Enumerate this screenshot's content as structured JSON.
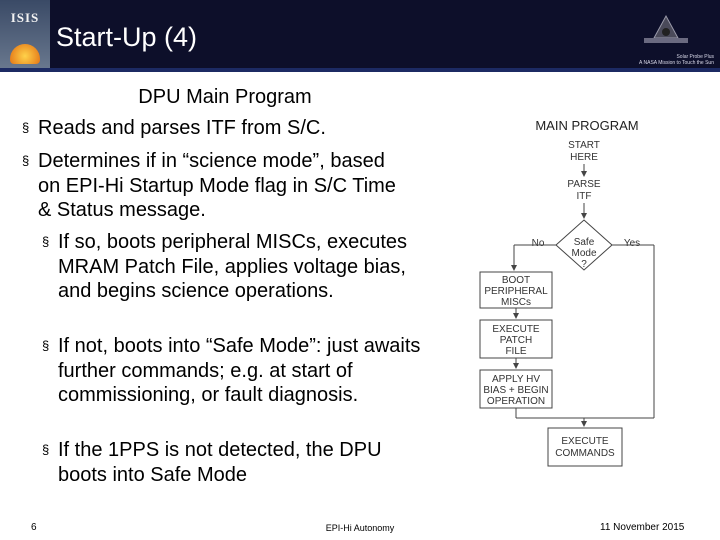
{
  "header": {
    "title": "Start-Up (4)",
    "logo_text": "ISIS",
    "tagline_line1": "Solar Probe Plus",
    "tagline_line2": "A NASA Mission to Touch the Sun"
  },
  "content": {
    "heading": "DPU Main Program",
    "bullets": [
      {
        "text": "Reads and parses ITF from S/C."
      },
      {
        "text": "Determines if in “science mode”, based on EPI-Hi Startup Mode flag in S/C Time & Status message."
      }
    ],
    "sub_bullets": [
      {
        "text": "If so, boots peripheral MISCs, executes MRAM Patch File, applies voltage bias, and begins science operations."
      },
      {
        "text": "If not, boots into “Safe Mode”: just awaits further commands; e.g. at start of commissioning, or fault diagnosis."
      },
      {
        "text": "If the 1PPS is not detected, the DPU boots into Safe Mode"
      }
    ],
    "bullet_marker": "§"
  },
  "flowchart": {
    "title": "MAIN PROGRAM",
    "start": [
      "START",
      "HERE"
    ],
    "parse": [
      "PARSE",
      "ITF"
    ],
    "decision": [
      "Safe",
      "Mode",
      "?"
    ],
    "no": "No",
    "yes": "Yes",
    "boot": [
      "BOOT",
      "PERIPHERAL",
      "MISCs"
    ],
    "patch": [
      "EXECUTE",
      "PATCH",
      "FILE"
    ],
    "bias": [
      "APPLY HV",
      "BIAS + BEGIN",
      "OPERATION"
    ],
    "execute": [
      "EXECUTE",
      "COMMANDS"
    ]
  },
  "footer": {
    "page": "6",
    "center": "EPI-Hi Autonomy",
    "date": "11 November 2015"
  }
}
